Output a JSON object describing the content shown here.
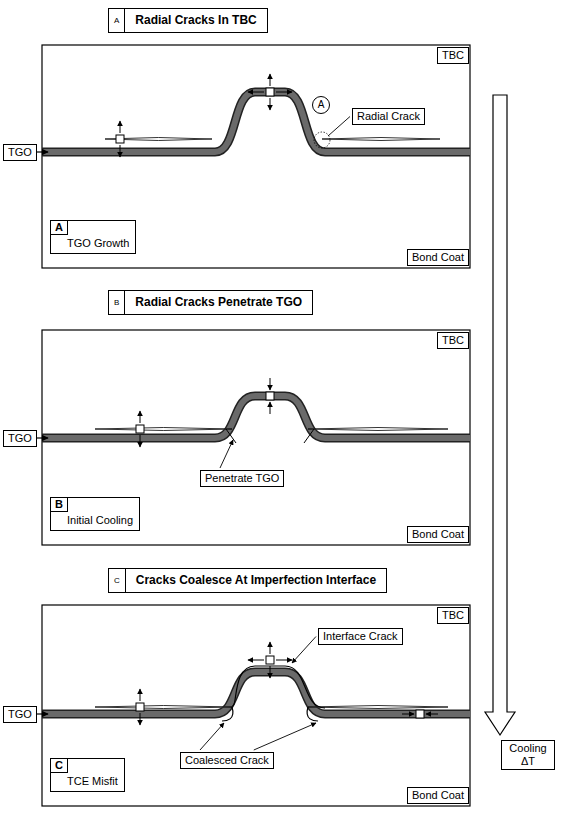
{
  "diagram": {
    "nodes": [
      {
        "text": [
          "A",
          "Radial Cracks In TBC"
        ]
      },
      {
        "text": [
          "TBC"
        ]
      },
      {
        "text": [
          "Radial Crack"
        ]
      },
      {
        "text": [
          "A"
        ]
      },
      {
        "text": [
          "A",
          "TGO Growth"
        ]
      },
      {
        "text": [
          "Bond Coat"
        ]
      },
      {
        "text": [
          "TGO"
        ]
      },
      {
        "text": [
          "B",
          "Radial Cracks Penetrate TGO"
        ]
      },
      {
        "text": [
          "TBC"
        ]
      },
      {
        "text": [
          "Penetrate TGO"
        ]
      },
      {
        "text": [
          "B",
          "Initial Cooling"
        ]
      },
      {
        "text": [
          "Bond Coat"
        ]
      },
      {
        "text": [
          "TGO"
        ]
      },
      {
        "text": [
          "C",
          "Cracks Coalesce At Imperfection Interface"
        ]
      },
      {
        "text": [
          "TBC"
        ]
      },
      {
        "text": [
          "Interface Crack"
        ]
      },
      {
        "text": [
          "Coalesced Crack"
        ]
      },
      {
        "text": [
          "C",
          "TCE Misfit"
        ]
      },
      {
        "text": [
          "Bond Coat"
        ]
      },
      {
        "text": [
          "TGO"
        ]
      },
      {
        "text": [
          "Cooling ΔT"
        ]
      }
    ]
  }
}
